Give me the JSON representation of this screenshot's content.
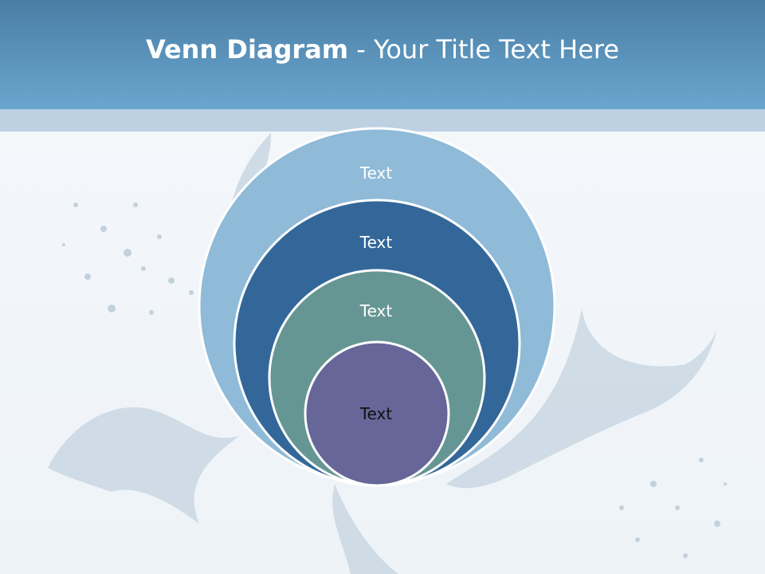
{
  "title": {
    "bold": "Venn Diagram",
    "rest": " - Your Title Text Here"
  },
  "circles": [
    {
      "label": "Text",
      "fill": "#8fbad8",
      "text_color": "#ffffff"
    },
    {
      "label": "Text",
      "fill": "#336799",
      "text_color": "#ffffff"
    },
    {
      "label": "Text",
      "fill": "#669694",
      "text_color": "#ffffff"
    },
    {
      "label": "Text",
      "fill": "#666699",
      "text_color": "#111111"
    }
  ],
  "colors": {
    "header_top": "#4a7ea5",
    "header_bottom": "#6aa6cf",
    "band": "#bdd1e2",
    "background": "#f3f7fb"
  }
}
